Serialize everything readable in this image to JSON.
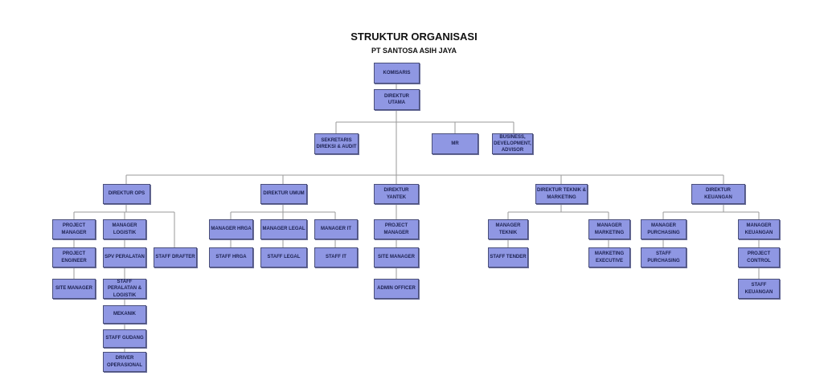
{
  "title": "STRUKTUR ORGANISASI",
  "subtitle": "PT SANTOSA ASIH JAYA",
  "nodes": {
    "komisaris": "KOMISARIS",
    "direktur_utama": "DIREKTUR UTAMA",
    "sekretaris": "SEKRETARIS DIREKSI & AUDIT",
    "mr": "MR",
    "business": "BUSINESS, DEVELOPMENT, ADVISOR",
    "dir_ops": "DIREKTUR OPS",
    "dir_umum": "DIREKTUR UMUM",
    "dir_yantek": "DIREKTUR YANTEK",
    "dir_teknik": "DIREKTUR TEKNIK & MARKETING",
    "dir_keuangan": "DIREKTUR KEUANGAN",
    "ops_pm": "PROJECT MANAGER",
    "ops_pe": "PROJECT ENGINEER",
    "ops_sm": "SITE MANAGER",
    "ops_mlog": "MANAGER LOGISTIK",
    "ops_spv": "SPV PERALATAN",
    "ops_staff_per": "STAFF PERALATAN & LOGISTIK",
    "ops_mekanik": "MEKANIK",
    "ops_gudang": "STAFF GUDANG",
    "ops_driver": "DRIVER OPERASIONAL",
    "ops_drafter": "STAFF DRAFTER",
    "um_hrga": "MANAGER HRGA",
    "um_staff_hrga": "STAFF HRGA",
    "um_legal": "MANAGER LEGAL",
    "um_staff_legal": "STAFF LEGAL",
    "um_it": "MANAGER IT",
    "um_staff_it": "STAFF IT",
    "yt_pm": "PROJECT MANAGER",
    "yt_sm": "SITE MANAGER",
    "yt_admin": "ADMIN OFFICER",
    "tk_mt": "MANAGER TEKNIK",
    "tk_tender": "STAFF TENDER",
    "tk_mm": "MANAGER MARKETING",
    "tk_me": "MARKETING EXECUTIVE",
    "ku_mp": "MANAGER PURCHASING",
    "ku_sp": "STAFF PURCHASING",
    "ku_mk": "MANAGER KEUANGAN",
    "ku_pc": "PROJECT CONTROL",
    "ku_sk": "STAFF KEUANGAN"
  },
  "colors": {
    "box": "#8f97e3",
    "border": "#4a4f7a",
    "line": "#999999"
  }
}
